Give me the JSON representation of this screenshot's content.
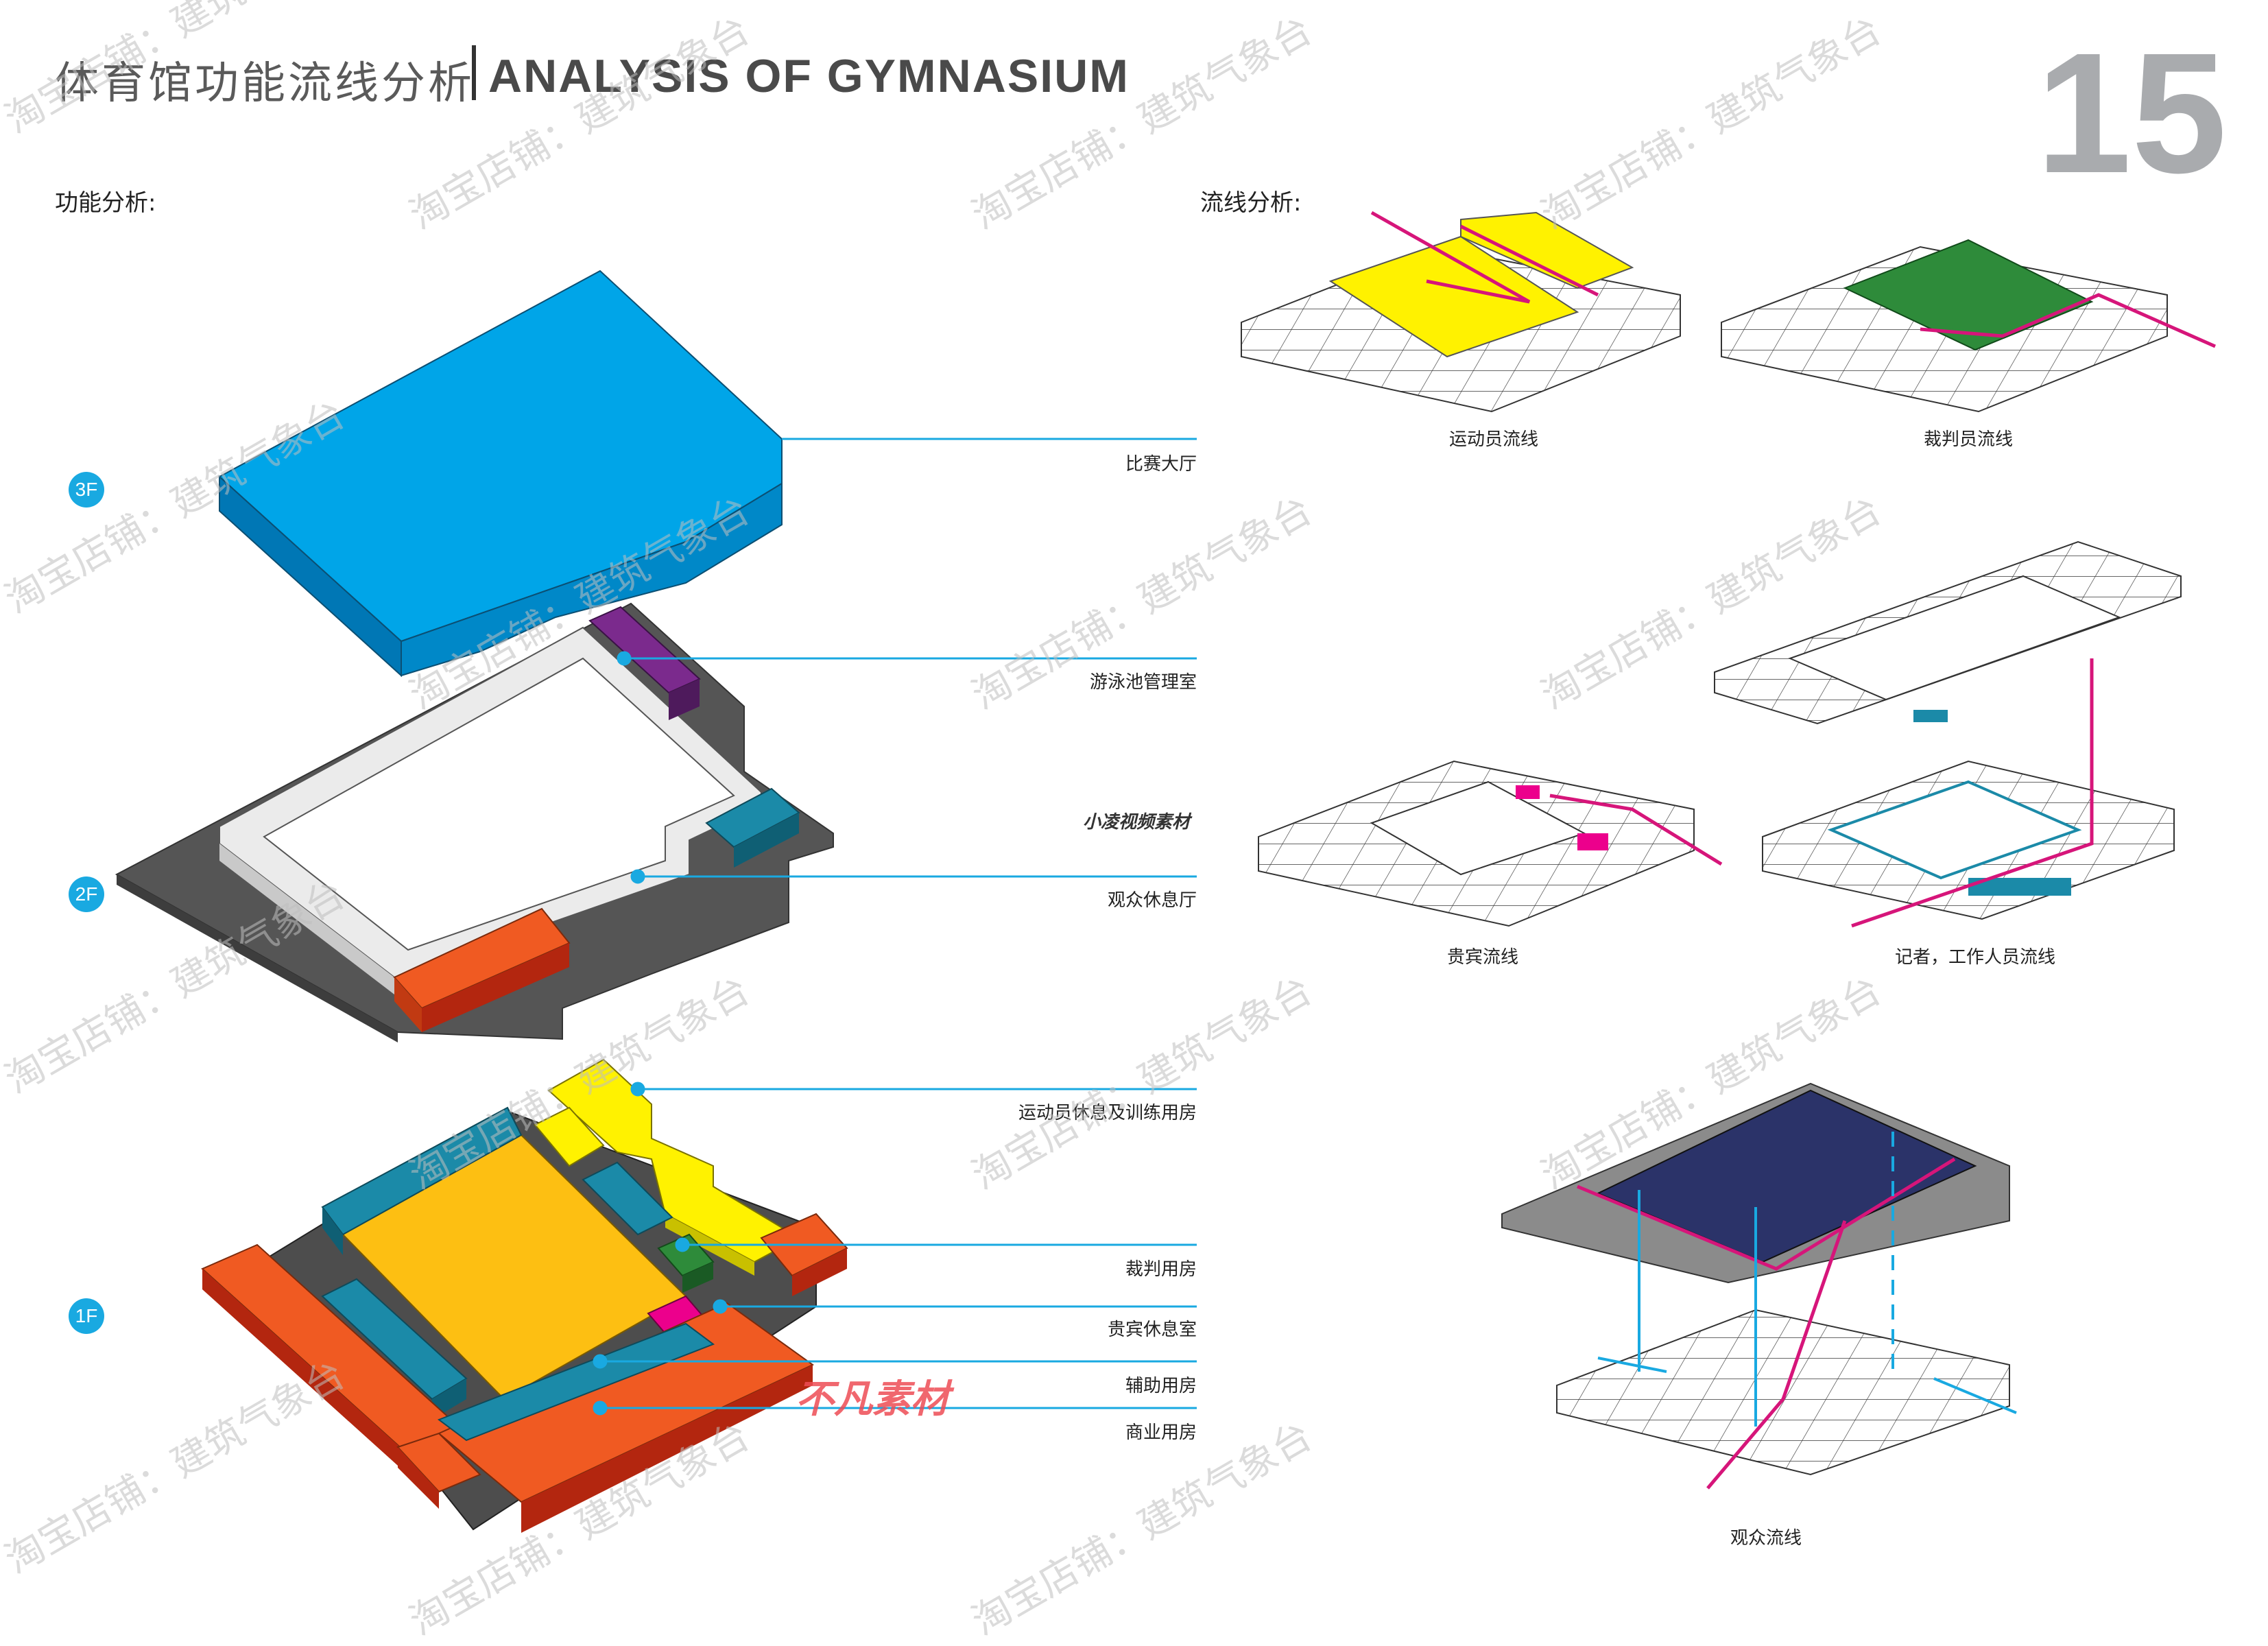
{
  "header": {
    "title_cn": "体育馆功能流线分析",
    "title_en": "ANALYSIS OF GYMNASIUM",
    "page_number": "15"
  },
  "sections": {
    "function": "功能分析:",
    "circulation": "流线分析:"
  },
  "floors": [
    "3F",
    "2F",
    "1F"
  ],
  "callouts": [
    "比赛大厅",
    "游泳池管理室",
    "小凌视频素材",
    "观众休息厅",
    "运动员休息及训练用房",
    "裁判用房",
    "贵宾休息室",
    "辅助用房",
    "商业用房"
  ],
  "flow_captions": [
    "运动员流线",
    "裁判员流线",
    "贵宾流线",
    "记者，工作人员流线",
    "观众流线"
  ],
  "stamp_text": "不凡素材",
  "watermark": "淘宝店铺：建筑气象台",
  "colors": {
    "arena": "#00a5e8",
    "admin": "#7b2a8d",
    "lounge": "#1b8aa8",
    "commercial": "#f05a22",
    "athlete": "#fff200",
    "court": "#fdbf12",
    "referee": "#2e8b3a",
    "vip": "#ec008c",
    "slab": "#555555",
    "accent": "#19a9e1",
    "flow_magenta": "#d6157a",
    "flow_cyan": "#19a9e1",
    "spectator_roof": "#2b3369"
  }
}
